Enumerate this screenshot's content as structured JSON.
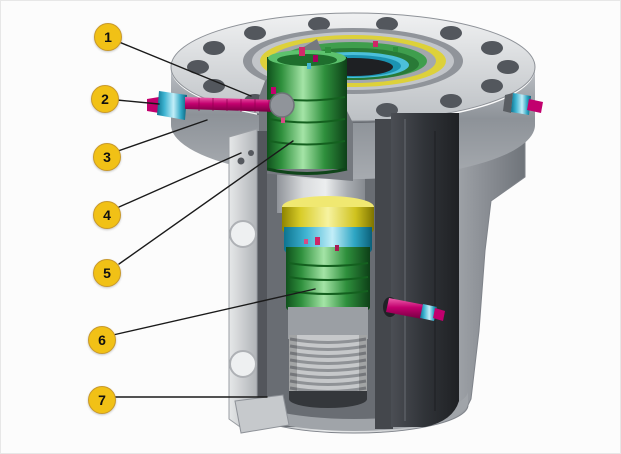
{
  "callouts": {
    "items": [
      {
        "label": "1"
      },
      {
        "label": "2"
      },
      {
        "label": "3"
      },
      {
        "label": "4"
      },
      {
        "label": "5"
      },
      {
        "label": "6"
      },
      {
        "label": "7"
      }
    ]
  },
  "colors": {
    "background": "#fcfcfc",
    "callout_fill": "#f1c116",
    "callout_border": "#c9992a",
    "callout_text": "#101010",
    "leader_line": "#1a1a1a",
    "flange_metal": "#c6c9cd",
    "body_metal_light": "#e9ebec",
    "body_metal_dark": "#6f747a",
    "section_dark": "#303338",
    "hanger_green": "#2e8f3c",
    "seal_yellow": "#d8cc28",
    "seal_cyan": "#3fb4d2",
    "pin_magenta": "#c2006e"
  }
}
